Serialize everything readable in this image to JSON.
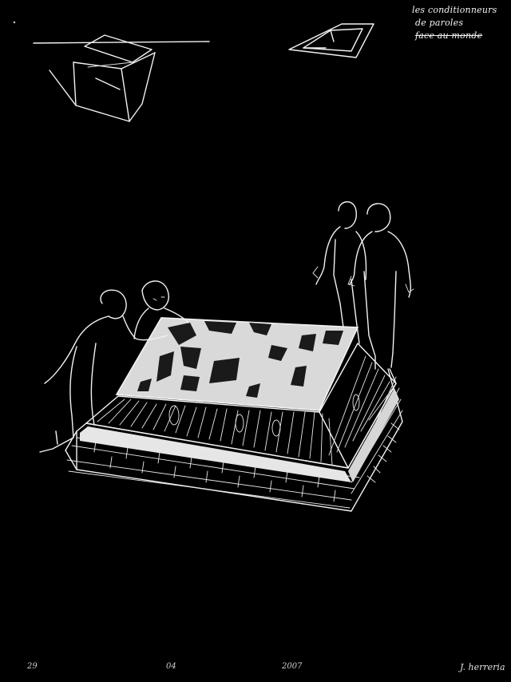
{
  "title_note": {
    "line1": "les conditionneurs",
    "line2": "de paroles",
    "line3": "face au monde"
  },
  "footer": {
    "day": "29",
    "month": "04",
    "year": "2007",
    "signature": "J. herreria"
  },
  "colors": {
    "background": "#000000",
    "line": "#f2f2f2",
    "surface": "#d9d9d9"
  }
}
